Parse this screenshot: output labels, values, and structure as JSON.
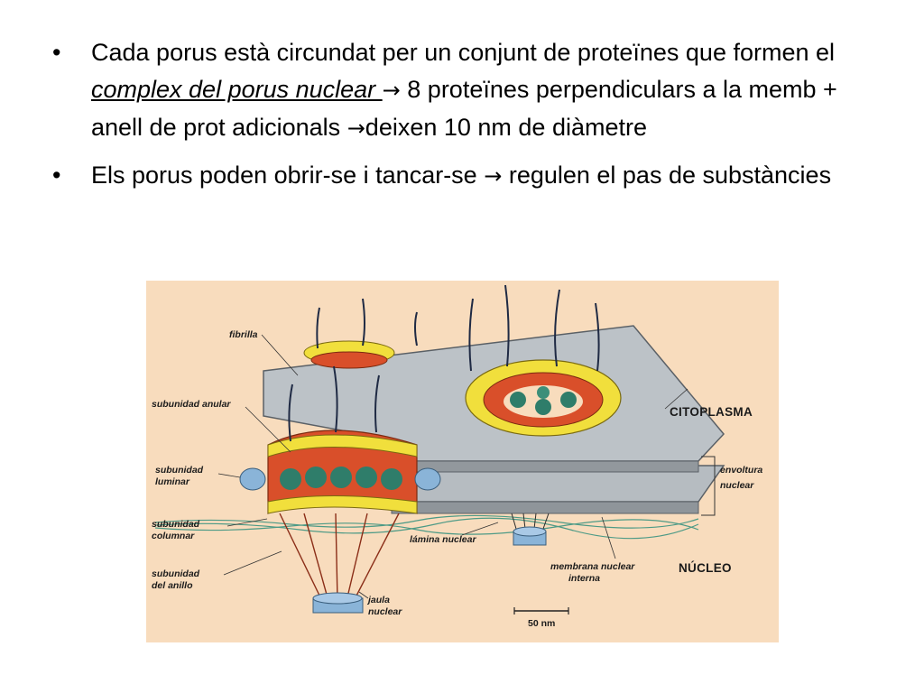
{
  "bullets": [
    {
      "before": "Cada porus està circundat per un conjunt de proteïnes que formen el ",
      "underlined": "complex del porus nuclear ",
      "arrow1": "→",
      "middle": " 8 proteïnes perpendiculars a la memb + anell de prot adicionals ",
      "arrow2": "→",
      "after": "deixen 10 nm de diàmetre"
    },
    {
      "before": "Els porus poden obrir-se i tancar-se ",
      "arrow1": "→",
      "after": " regulen el pas de substàncies"
    }
  ],
  "figure": {
    "labels": {
      "fibrilla": "fibrilla",
      "subunidad_anular": "subunidad anular",
      "subunidad_luminar_1": "subunidad",
      "subunidad_luminar_2": "luminar",
      "subunidad_columnar_1": "subunidad",
      "subunidad_columnar_2": "columnar",
      "subunidad_anillo_1": "subunidad",
      "subunidad_anillo_2": "del anillo",
      "jaula_1": "jaula",
      "jaula_2": "nuclear",
      "lamina": "lámina nuclear",
      "membrana_1": "membrana nuclear",
      "membrana_2": "interna",
      "citoplasma": "CITOPLASMA",
      "envoltura_1": "envoltura",
      "envoltura_2": "nuclear",
      "nucleo": "NÚCLEO",
      "scale": "50 nm"
    },
    "colors": {
      "background": "#f8dcbd",
      "membrane": "#b8bec3",
      "membrane_edge": "#5a6066",
      "subunit_yellow": "#f1df3c",
      "subunit_red": "#d94f2a",
      "subunit_green": "#2f7d6a",
      "luminal_blue": "#8ab4d8",
      "lamina_green": "#4d9a86"
    }
  }
}
